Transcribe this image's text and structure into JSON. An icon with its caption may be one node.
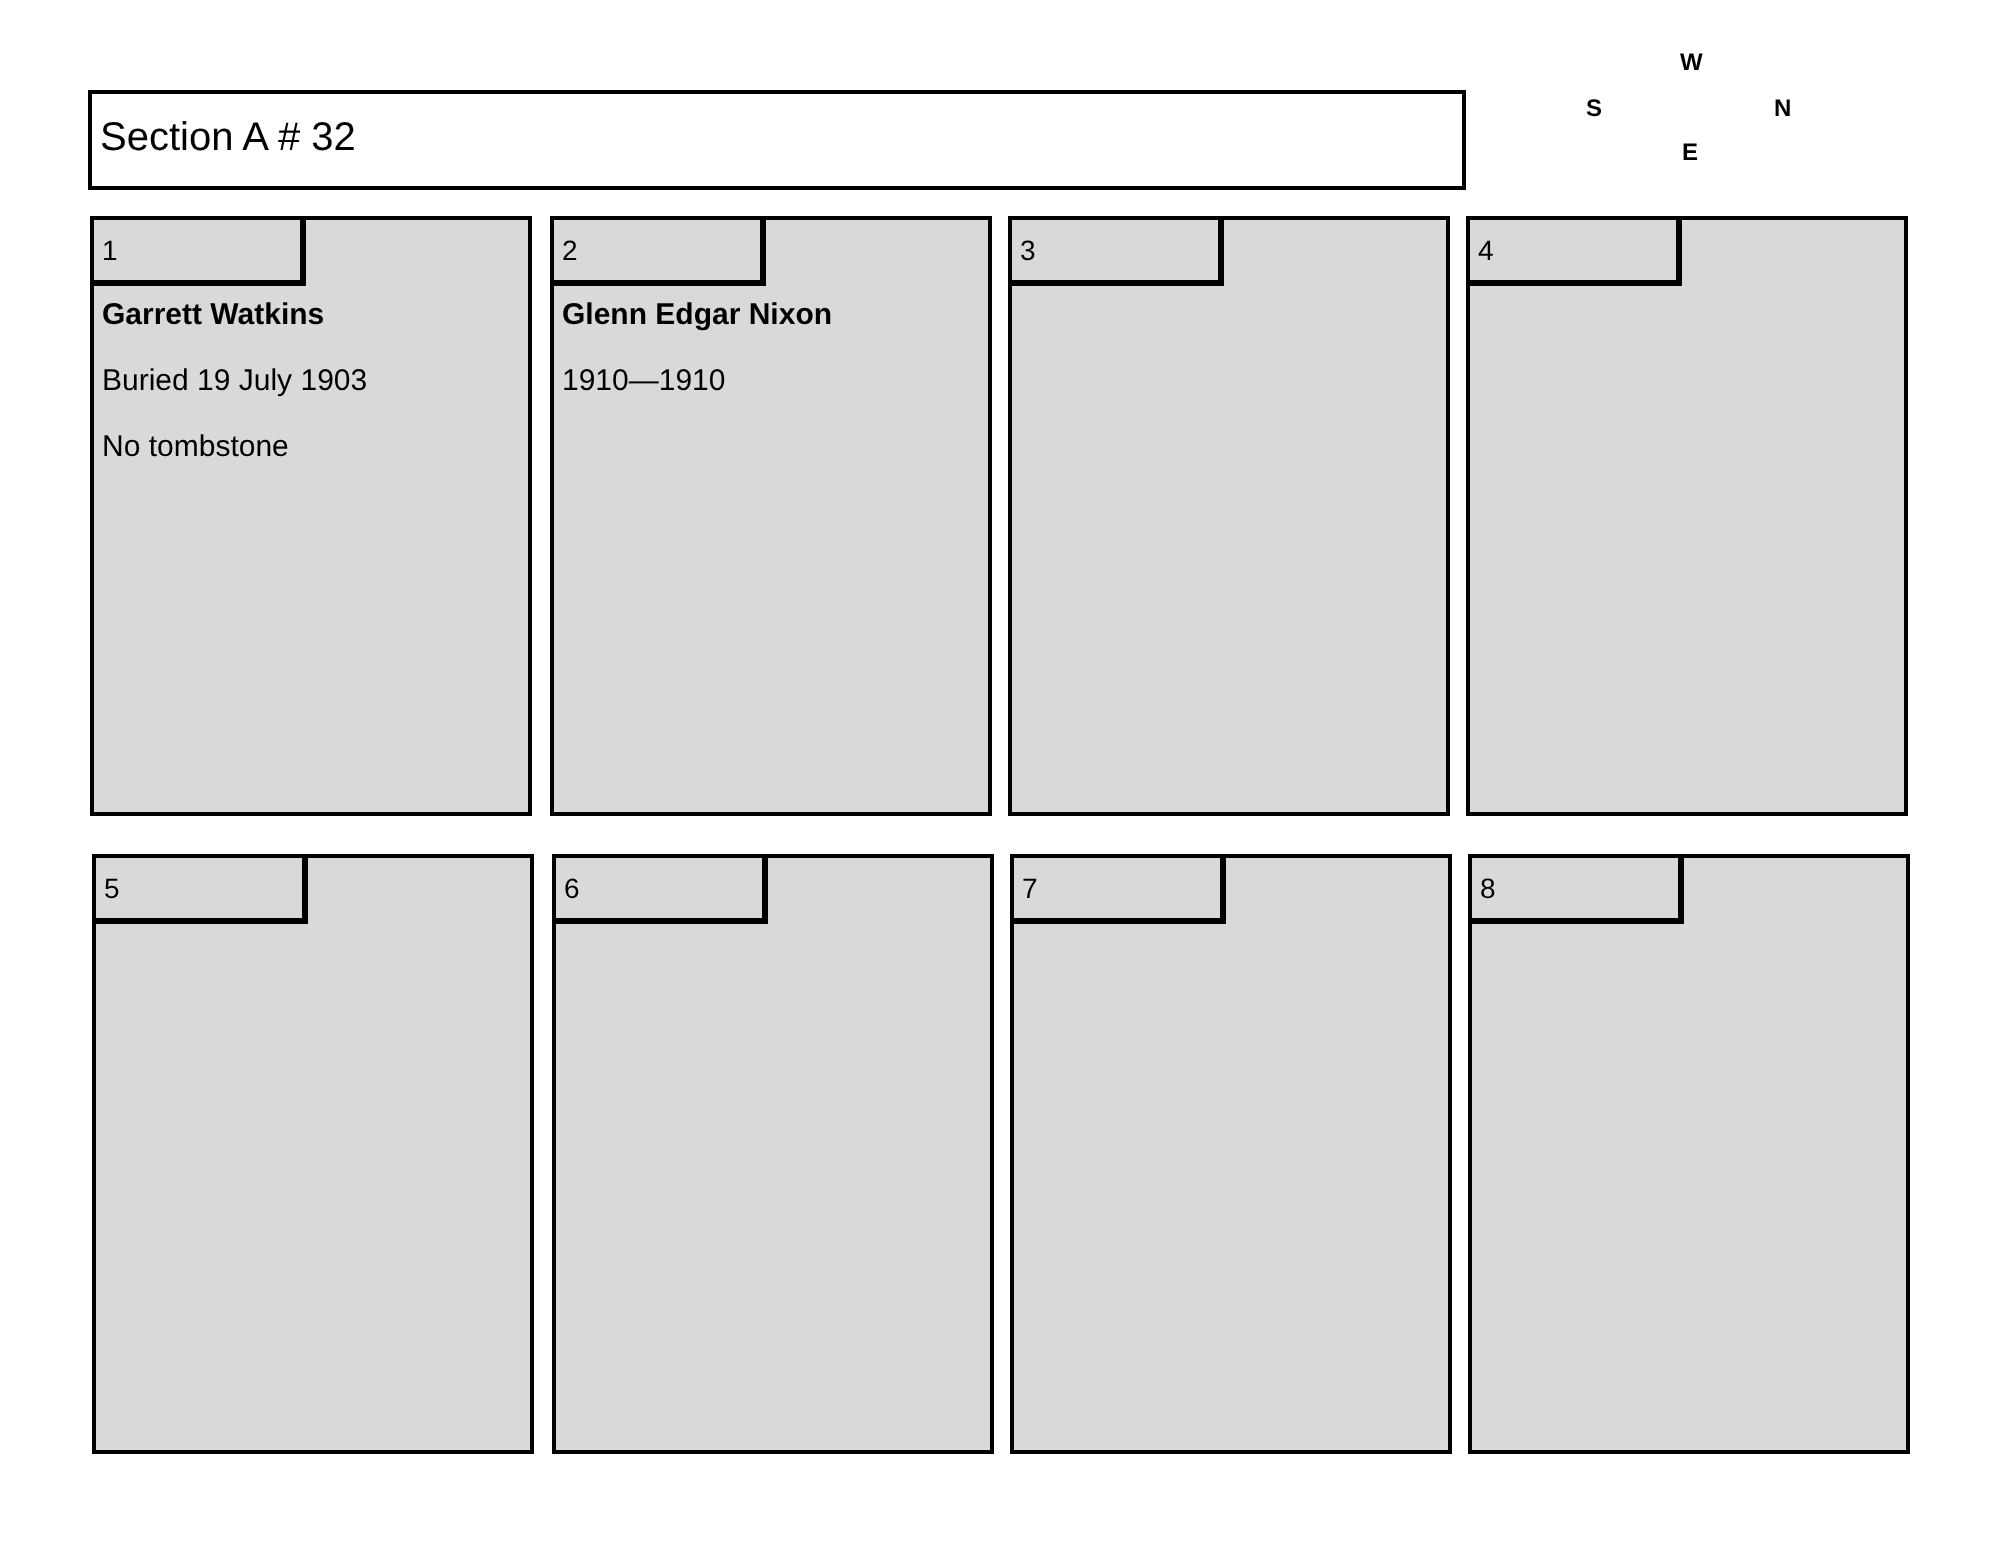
{
  "diagram": {
    "nodes": [
      {
        "text": [
          "Section A # 32"
        ]
      },
      {
        "text": [
          "Garrett Watkins",
          "Buried 19 July 1903",
          "No tombstone"
        ]
      },
      {
        "text": [
          "1"
        ],
        "in": 1
      },
      {
        "text": [
          "Glenn Edgar Nixon",
          "1910—1910"
        ]
      },
      {
        "text": [
          "2"
        ],
        "in": 3
      },
      {
        "text": [],
        "shape": "box"
      },
      {
        "text": [
          "3"
        ],
        "in": 5
      },
      {
        "text": [],
        "shape": "box"
      },
      {
        "text": [
          "4"
        ],
        "in": 7
      },
      {
        "text": [],
        "shape": "box"
      },
      {
        "text": [
          "5"
        ],
        "in": 9
      },
      {
        "text": [],
        "shape": "box"
      },
      {
        "text": [
          "6"
        ],
        "in": 11
      },
      {
        "text": [],
        "shape": "box"
      },
      {
        "text": [
          "7"
        ],
        "in": 13
      },
      {
        "text": [],
        "shape": "box"
      },
      {
        "text": [
          "8"
        ],
        "in": 15
      }
    ],
    "labels": [
      "W",
      "S",
      "N",
      "E"
    ]
  }
}
